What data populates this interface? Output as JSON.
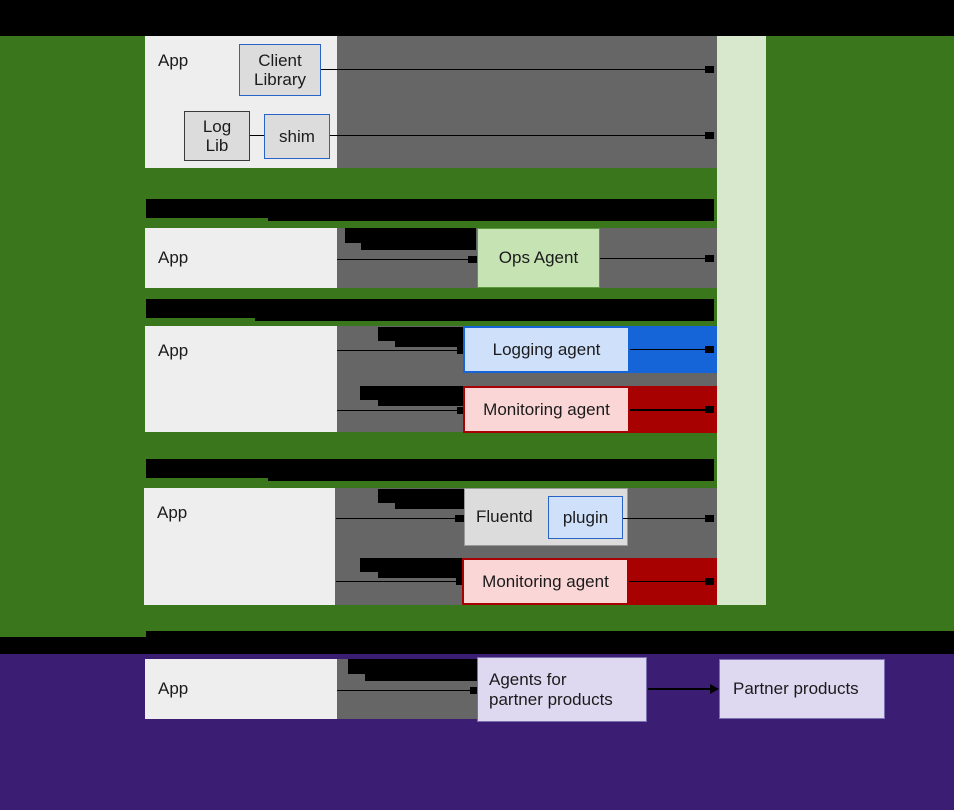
{
  "diagram": {
    "title": "logging and monitoring agent architecture diagram",
    "colors": {
      "green_zone": "#3a761c",
      "purple_zone": "#3b1d73",
      "black_band": "#000000",
      "gray_panel": "#666666",
      "app_box": "#eeeeee",
      "rail": "#d7e8cd",
      "blue_accent": "#1565d8",
      "red_accent": "#a80101",
      "ops_agent_green": "#c6e3b4",
      "partner_lavender": "#ded8f1"
    },
    "rows": [
      {
        "id": "row-client-library",
        "app_label": "App",
        "nodes": [
          {
            "id": "client-library",
            "label": "Client\nLibrary"
          },
          {
            "id": "log-lib",
            "label": "Log\nLib"
          },
          {
            "id": "shim",
            "label": "shim"
          }
        ]
      },
      {
        "id": "row-ops-agent",
        "app_label": "App",
        "nodes": [
          {
            "id": "ops-agent",
            "label": "Ops Agent"
          }
        ]
      },
      {
        "id": "row-legacy-agents",
        "app_label": "App",
        "nodes": [
          {
            "id": "logging-agent",
            "label": "Logging agent"
          },
          {
            "id": "monitoring-agent",
            "label": "Monitoring agent"
          }
        ]
      },
      {
        "id": "row-fluentd",
        "app_label": "App",
        "nodes": [
          {
            "id": "fluentd",
            "label": "Fluentd"
          },
          {
            "id": "plugin",
            "label": "plugin"
          },
          {
            "id": "monitoring-agent-2",
            "label": "Monitoring agent"
          }
        ]
      },
      {
        "id": "row-partner",
        "app_label": "App",
        "nodes": [
          {
            "id": "partner-agents",
            "label": "Agents for\npartner products"
          },
          {
            "id": "partner-products",
            "label": "Partner products"
          }
        ]
      }
    ],
    "redactions": {
      "count": 13,
      "note": "black rectangles covering section heading text and connector labels"
    }
  }
}
